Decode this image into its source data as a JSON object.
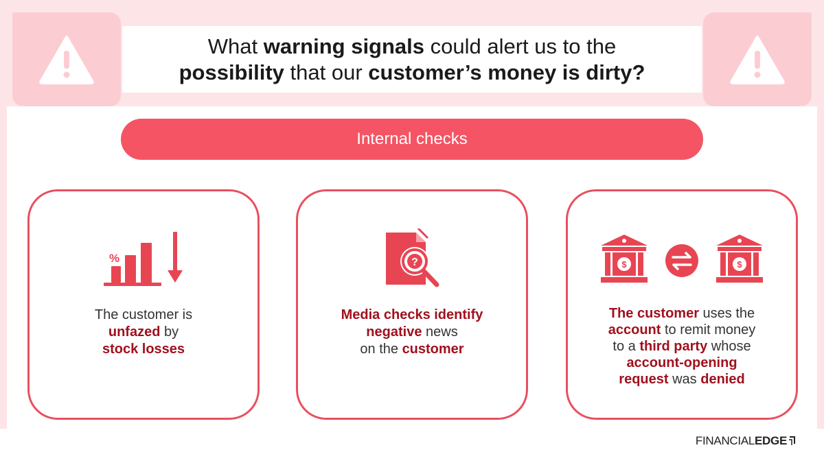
{
  "header": {
    "segments": [
      {
        "text": "What ",
        "bold": false
      },
      {
        "text": "warning signals",
        "bold": true
      },
      {
        "text": " could alert us to the ",
        "bold": false
      },
      {
        "text": "possibility",
        "bold": true
      },
      {
        "text": " that our ",
        "bold": false
      },
      {
        "text": "customer’s money is dirty?",
        "bold": true
      }
    ]
  },
  "section": {
    "label": "Internal checks"
  },
  "cards": [
    {
      "icon": "falling-bar-chart-icon",
      "icon_badge": "%",
      "segments": [
        {
          "text": "The customer is",
          "bold": false,
          "br": true
        },
        {
          "text": "unfazed",
          "bold": true
        },
        {
          "text": " by",
          "bold": false,
          "br": true
        },
        {
          "text": "stock losses",
          "bold": true
        }
      ]
    },
    {
      "icon": "document-search-icon",
      "icon_badge": "?",
      "segments": [
        {
          "text": "Media checks identify",
          "bold": true,
          "br": true
        },
        {
          "text": "negative",
          "bold": true
        },
        {
          "text": " news",
          "bold": false,
          "br": true
        },
        {
          "text": "on the ",
          "bold": false
        },
        {
          "text": "customer",
          "bold": true
        }
      ]
    },
    {
      "icon": "bank-transfer-icon",
      "icon_badge": "$",
      "segments": [
        {
          "text": "The customer",
          "bold": true
        },
        {
          "text": " uses the",
          "bold": false,
          "br": true
        },
        {
          "text": "account",
          "bold": true
        },
        {
          "text": " to remit money",
          "bold": false,
          "br": true
        },
        {
          "text": "to a ",
          "bold": false
        },
        {
          "text": "third party",
          "bold": true
        },
        {
          "text": " whose",
          "bold": false,
          "br": true
        },
        {
          "text": "account-opening",
          "bold": true,
          "br": true
        },
        {
          "text": "request",
          "bold": true
        },
        {
          "text": " was ",
          "bold": false
        },
        {
          "text": "denied",
          "bold": true
        }
      ]
    }
  ],
  "icons": {
    "warning": "warning-triangle-icon"
  },
  "logo": {
    "part1": "FINANCIAL",
    "part2": "EDGE"
  },
  "colors": {
    "accent": "#f45463",
    "highlight_text": "#a0101d",
    "band_pink": "#fde4e7",
    "tile_pink": "#fbcdd3"
  }
}
